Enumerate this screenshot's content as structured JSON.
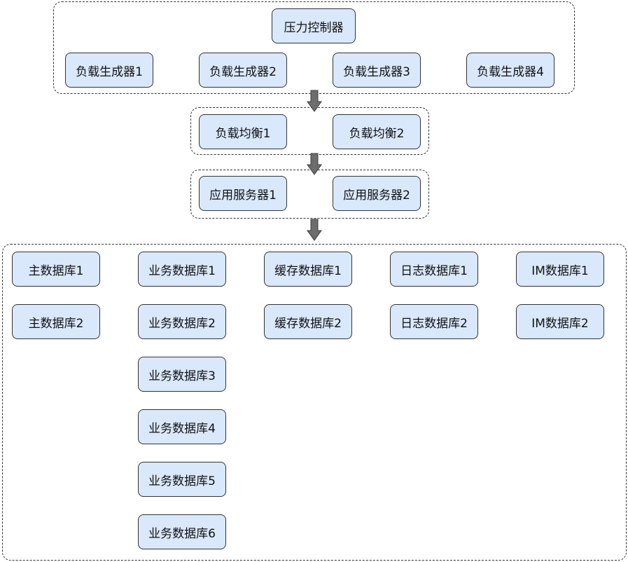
{
  "colors": {
    "node_fill": "#dae8fc",
    "node_stroke": "#333333",
    "arrow_fill": "#6d6d6d",
    "arrow_stroke": "#3d3d3d"
  },
  "load_group": {
    "controller": "压力控制器",
    "generators": [
      "负载生成器1",
      "负载生成器2",
      "负载生成器3",
      "负载生成器4"
    ]
  },
  "balancer_group": {
    "items": [
      "负载均衡1",
      "负载均衡2"
    ]
  },
  "server_group": {
    "items": [
      "应用服务器1",
      "应用服务器2"
    ]
  },
  "database_group": {
    "master": [
      "主数据库1",
      "主数据库2"
    ],
    "business": [
      "业务数据库1",
      "业务数据库2",
      "业务数据库3",
      "业务数据库4",
      "业务数据库5",
      "业务数据库6"
    ],
    "cache": [
      "缓存数据库1",
      "缓存数据库2"
    ],
    "log": [
      "日志数据库1",
      "日志数据库2"
    ],
    "im": [
      "IM数据库1",
      "IM数据库2"
    ]
  }
}
